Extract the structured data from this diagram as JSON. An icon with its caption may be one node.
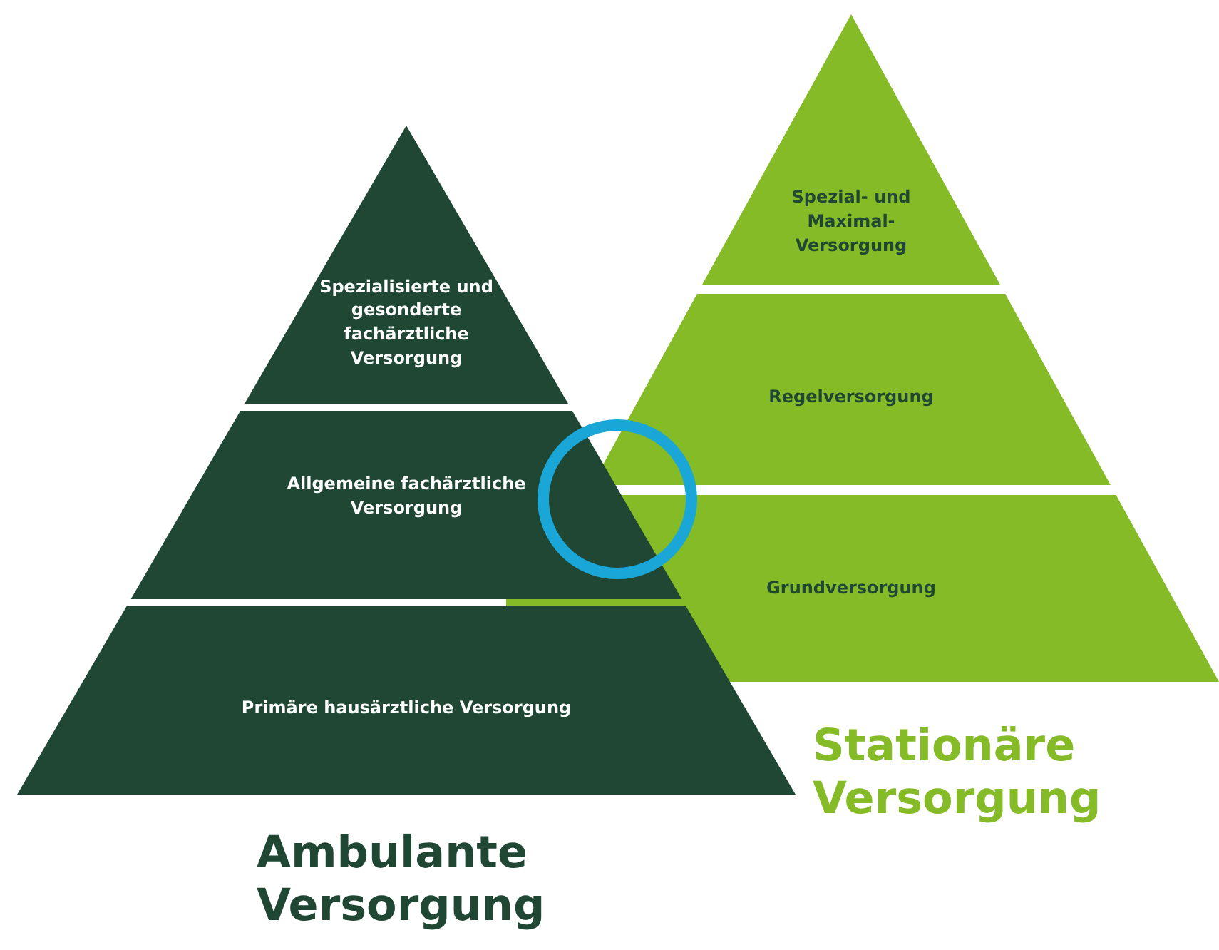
{
  "diagram": {
    "nodes": [
      {
        "text": [
          "Spezialisierte und gesonderte fachärztliche Versorgung"
        ]
      },
      {
        "text": [
          "Allgemeine fachärztliche Versorgung"
        ]
      },
      {
        "text": [
          "Primäre hausärztliche Versorgung"
        ]
      },
      {
        "text": [
          "Spezial- und Maximal-Versorgung"
        ]
      },
      {
        "text": [
          "Regelversorgung"
        ]
      },
      {
        "text": [
          "Grundversorgung"
        ]
      }
    ],
    "labels": [
      "Ambulante Versorgung",
      "Stationäre Versorgung"
    ]
  }
}
